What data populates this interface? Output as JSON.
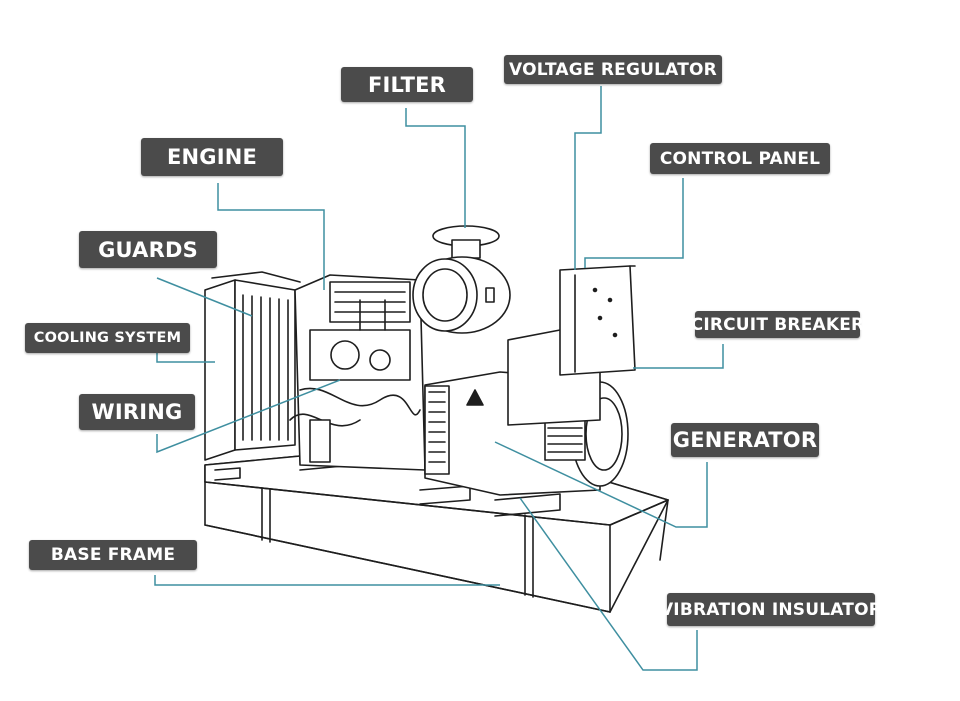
{
  "colors": {
    "label_bg": "#4b4b4b",
    "label_text": "#ffffff",
    "leader_line": "#3f8fa0",
    "drawing": "#1e1e1e"
  },
  "labels": {
    "filter": "FILTER",
    "voltage_regulator": "VOLTAGE REGULATOR",
    "control_panel": "CONTROL PANEL",
    "engine": "ENGINE",
    "guards": "GUARDS",
    "cooling_system": "COOLING SYSTEM",
    "circuit_breaker": "CIRCUIT BREAKER",
    "wiring": "WIRING",
    "generator": "GENERATOR",
    "base_frame": "BASE FRAME",
    "vibration_insulator": "VIBRATION INSULATOR"
  }
}
